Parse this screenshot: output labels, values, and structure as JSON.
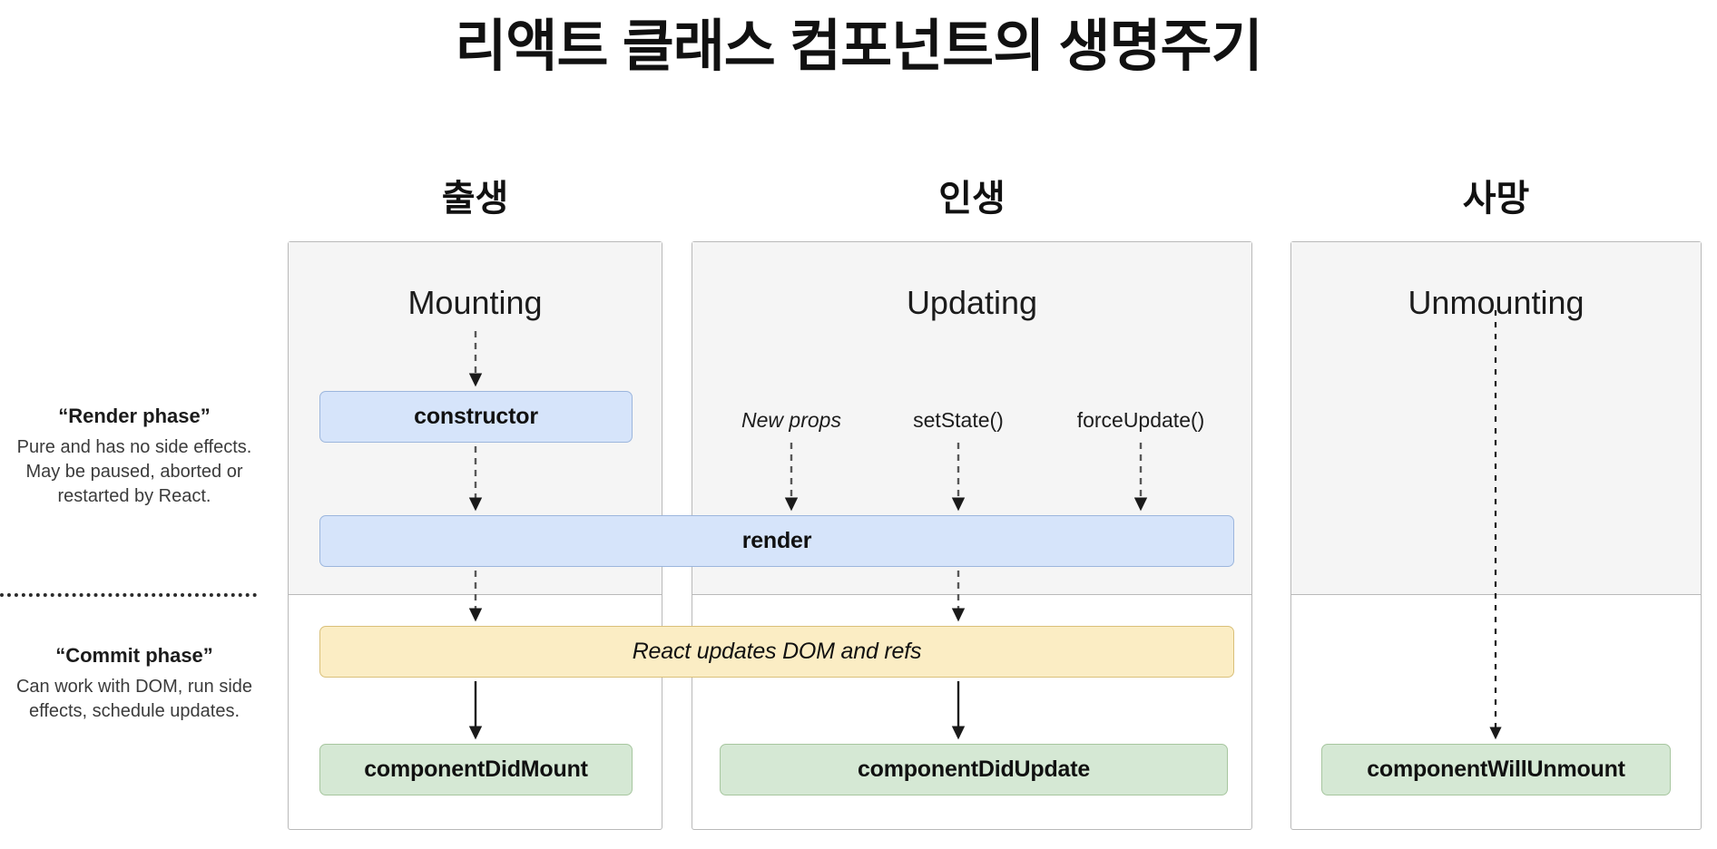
{
  "page": {
    "title": "리액트 클래스 컴포넌트의 생명주기",
    "background_color": "#ffffff"
  },
  "stages": [
    {
      "korean_heading": "출생",
      "panel_title": "Mounting"
    },
    {
      "korean_heading": "인생",
      "panel_title": "Updating"
    },
    {
      "korean_heading": "사망",
      "panel_title": "Unmounting"
    }
  ],
  "phases": [
    {
      "name": "“Render phase”",
      "description": "Pure and has no side effects. May be paused, aborted or restarted by React."
    },
    {
      "name": "“Commit phase”",
      "description": "Can work with DOM, run side effects, schedule updates."
    }
  ],
  "triggers": [
    {
      "label": "New props",
      "style": "italic"
    },
    {
      "label": "setState()",
      "style": "normal"
    },
    {
      "label": "forceUpdate()",
      "style": "normal"
    }
  ],
  "boxes": {
    "constructor": "constructor",
    "render": "render",
    "react_updates": "React updates DOM and refs",
    "component_did_mount": "componentDidMount",
    "component_did_update": "componentDidUpdate",
    "component_will_unmount": "componentWillUnmount"
  },
  "colors": {
    "blue_fill": "#d6e4fa",
    "blue_stroke": "#9cb6dd",
    "yellow_fill": "#fbedc4",
    "yellow_stroke": "#d9c07a",
    "green_fill": "#d5e8d4",
    "green_stroke": "#a7c69f",
    "panel_tint": "#f5f5f5",
    "panel_stroke": "#b9b9b9",
    "text": "#111111"
  }
}
